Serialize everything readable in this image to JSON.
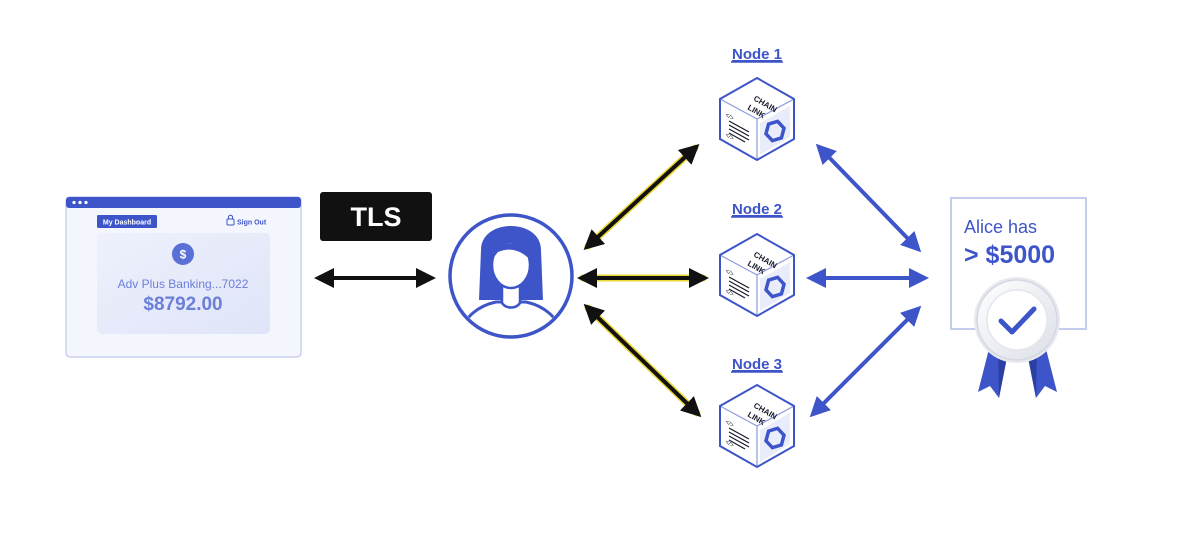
{
  "dashboard": {
    "tab_label": "My Dashboard",
    "sign_out_label": "Sign Out",
    "dollar_symbol": "$",
    "account_name": "Adv Plus Banking...7022",
    "balance": "$8792.00"
  },
  "tls_label": "TLS",
  "nodes": [
    {
      "label": "Node 1",
      "cube_text_1": "CHAIN",
      "cube_text_2": "LINK",
      "code_glyph": "</>"
    },
    {
      "label": "Node 2",
      "cube_text_1": "CHAIN",
      "cube_text_2": "LINK",
      "code_glyph": "</>"
    },
    {
      "label": "Node 3",
      "cube_text_1": "CHAIN",
      "cube_text_2": "LINK",
      "code_glyph": "</>"
    }
  ],
  "certificate": {
    "line1": "Alice has",
    "line2": "> $5000"
  },
  "colors": {
    "brand_blue": "#3d55c8",
    "light_blue": "#dfe4f8",
    "black": "#111111",
    "yellow": "#e8d21d"
  },
  "icons": {
    "user": "user-avatar-icon",
    "check": "checkmark-icon",
    "lock": "lock-icon",
    "dollar": "dollar-coin-icon"
  }
}
